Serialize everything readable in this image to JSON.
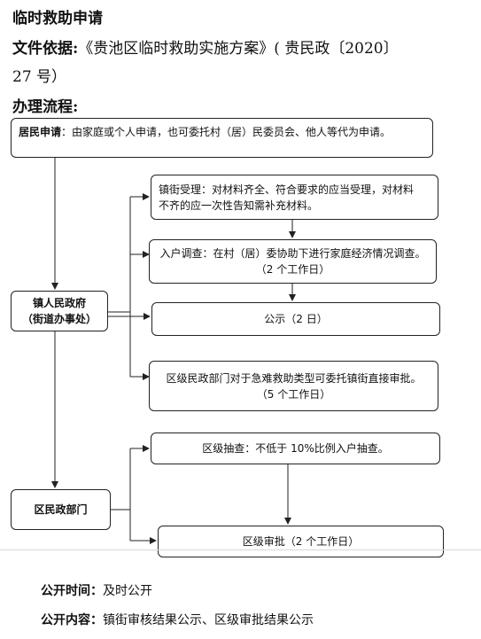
{
  "title": "临时救助申请",
  "basis": {
    "label": "文件依据:",
    "line1": "《贵池区临时救助实施方案》( 贵民政〔2020〕",
    "line2": "27 号）"
  },
  "flow_label": "办理流程:",
  "nodes": {
    "resident": {
      "label": "居民申请",
      "text": "：由家庭或个人申请，也可委托村（居）民委员会、他人等代为申请。"
    },
    "town_gov": {
      "line1": "镇人民政府",
      "line2": "（街道办事处）"
    },
    "district_dept": {
      "text": "区民政部门"
    },
    "acceptance": {
      "line1": "镇街受理：对材料齐全、符合要求的应当受理，对材料",
      "line2": "不齐的应一次性告知需补充材料。"
    },
    "investigation": {
      "line1": "入户调查：在村（居）委协助下进行家庭经济情况调查。",
      "line2": "（2 个工作日）"
    },
    "publicity": {
      "text": "公示（2 日）"
    },
    "district_approval_delegate": {
      "line1": "区级民政部门对于急难救助类型可委托镇街直接审批。",
      "line2": "（5 个工作日）"
    },
    "spot_check": {
      "text": "区级抽查：不低于 10%比例入户抽查。"
    },
    "final_approval": {
      "text": "区级审批（2 个工作日）"
    }
  },
  "footer": {
    "time_label": "公开时间：",
    "time_value": "及时公开",
    "content_label": "公开内容：",
    "content_value": "镇街审核结果公示、区级审批结果公示"
  }
}
